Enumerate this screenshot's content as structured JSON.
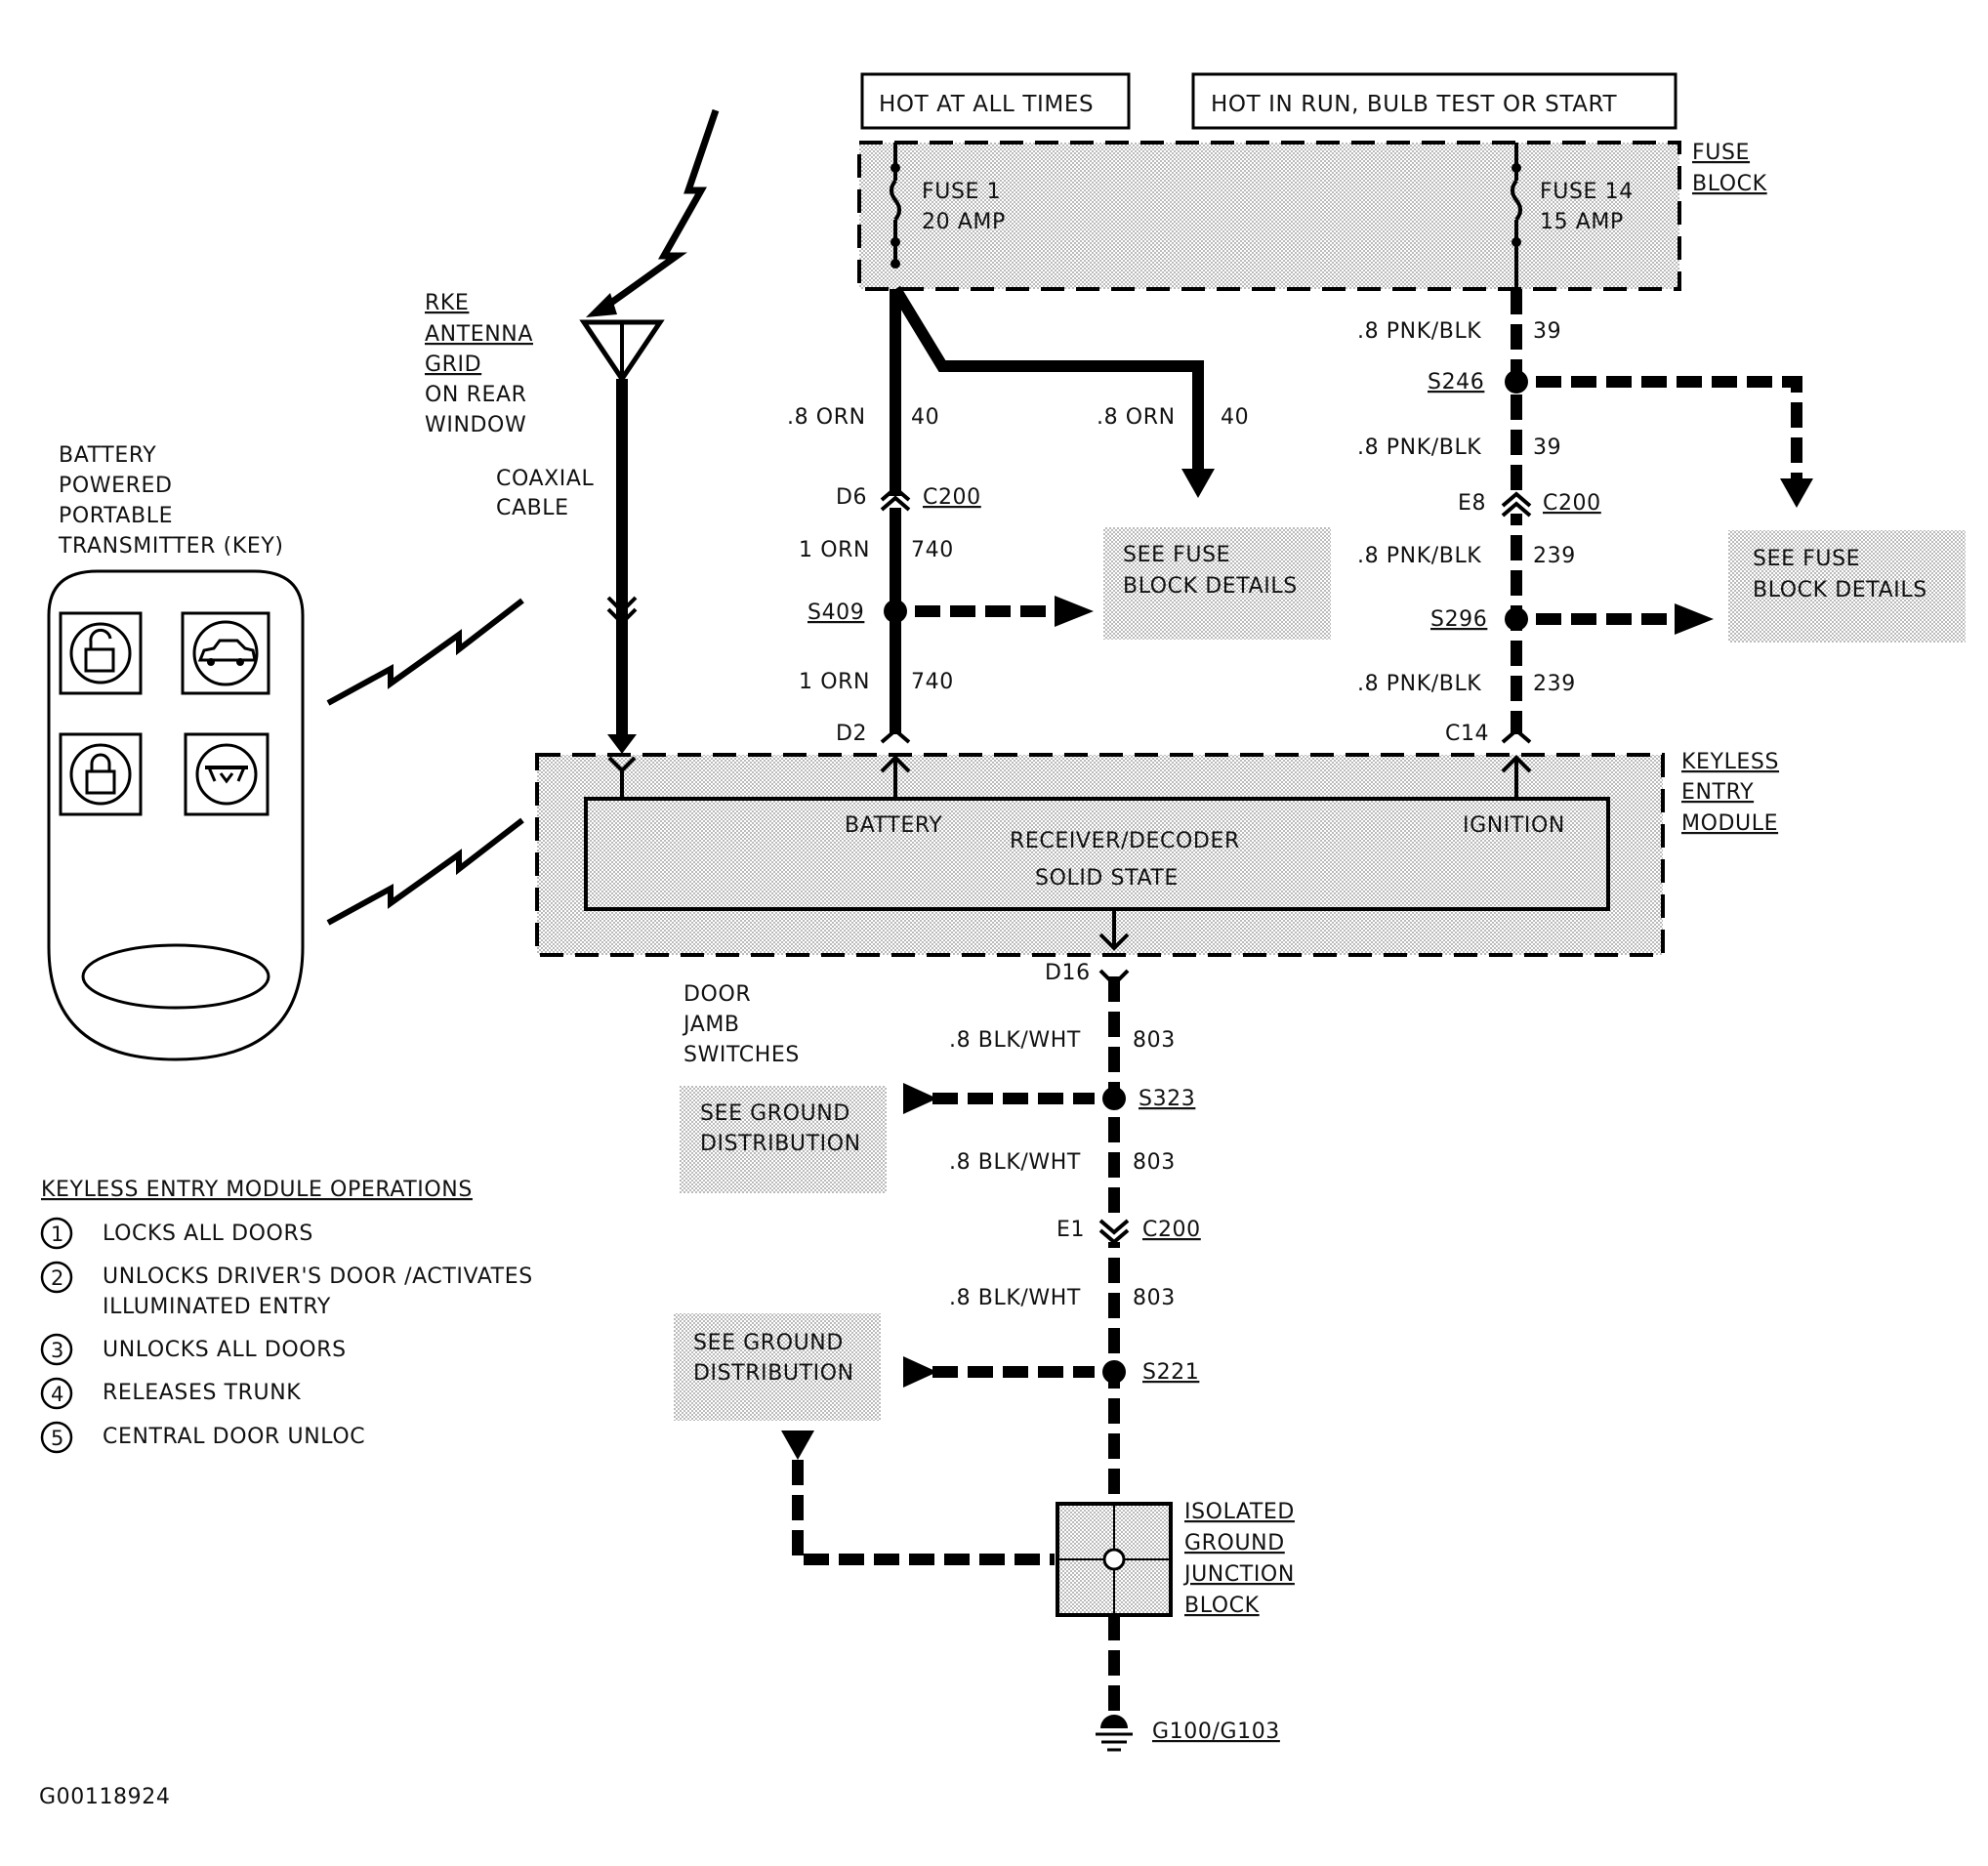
{
  "header": {
    "hot_at_all_times": "HOT AT ALL TIMES",
    "hot_in_run": "HOT IN RUN, BULB TEST OR START"
  },
  "fuse_block": {
    "label": [
      "FUSE",
      "BLOCK"
    ],
    "fuse1": [
      "FUSE 1",
      "20 AMP"
    ],
    "fuse14": [
      "FUSE 14",
      "15 AMP"
    ]
  },
  "antenna": {
    "label": [
      "RKE",
      "ANTENNA",
      "GRID",
      "ON REAR",
      "WINDOW"
    ],
    "cable": [
      "COAXIAL",
      "CABLE"
    ]
  },
  "transmitter": {
    "label": [
      "BATTERY",
      "POWERED",
      "PORTABLE",
      "TRANSMITTER (KEY)"
    ]
  },
  "left_circuit": {
    "wire_top": ".8 ORN",
    "circuit_top": "40",
    "branch_wire": ".8 ORN",
    "branch_circuit": "40",
    "conn_pin1": "D6",
    "conn1": "C200",
    "wire_mid": "1 ORN",
    "circuit_mid": "740",
    "splice": "S409",
    "wire_low": "1 ORN",
    "circuit_low": "740",
    "conn_pin2": "D2",
    "see_fuse": [
      "SEE FUSE",
      "BLOCK DETAILS"
    ]
  },
  "right_circuit": {
    "wire1": ".8 PNK/BLK",
    "circuit1": "39",
    "splice1": "S246",
    "wire2": ".8 PNK/BLK",
    "circuit2": "39",
    "conn_pin1": "E8",
    "conn1": "C200",
    "wire3": ".8 PNK/BLK",
    "circuit3": "239",
    "splice2": "S296",
    "wire4": ".8 PNK/BLK",
    "circuit4": "239",
    "conn_pin2": "C14",
    "see_fuse": [
      "SEE FUSE",
      "BLOCK DETAILS"
    ]
  },
  "module": {
    "label": [
      "KEYLESS",
      "ENTRY",
      "MODULE"
    ],
    "battery": "BATTERY",
    "ignition": "IGNITION",
    "receiver": "RECEIVER/DECODER",
    "solid_state": "SOLID STATE"
  },
  "ground_circuit": {
    "conn_pin1": "D16",
    "door_jamb": [
      "DOOR",
      "JAMB",
      "SWITCHES"
    ],
    "wire1": ".8 BLK/WHT",
    "circuit1": "803",
    "splice1": "S323",
    "see_ground1": [
      "SEE GROUND",
      "DISTRIBUTION"
    ],
    "wire2": ".8 BLK/WHT",
    "circuit2": "803",
    "conn_pin2": "E1",
    "conn2": "C200",
    "wire3": ".8 BLK/WHT",
    "circuit3": "803",
    "splice2": "S221",
    "see_ground2": [
      "SEE GROUND",
      "DISTRIBUTION"
    ],
    "junction": [
      "ISOLATED",
      "GROUND",
      "JUNCTION",
      "BLOCK"
    ],
    "ground": "G100/G103"
  },
  "operations": {
    "title": "KEYLESS ENTRY MODULE OPERATIONS",
    "items": [
      {
        "num": "1",
        "lines": [
          "LOCKS ALL DOORS"
        ]
      },
      {
        "num": "2",
        "lines": [
          "UNLOCKS DRIVER'S DOOR /ACTIVATES",
          "ILLUMINATED ENTRY"
        ]
      },
      {
        "num": "3",
        "lines": [
          "UNLOCKS ALL DOORS"
        ]
      },
      {
        "num": "4",
        "lines": [
          "RELEASES TRUNK"
        ]
      },
      {
        "num": "5",
        "lines": [
          "CENTRAL DOOR UNLOC"
        ]
      }
    ]
  },
  "figure_id": "G00118924"
}
